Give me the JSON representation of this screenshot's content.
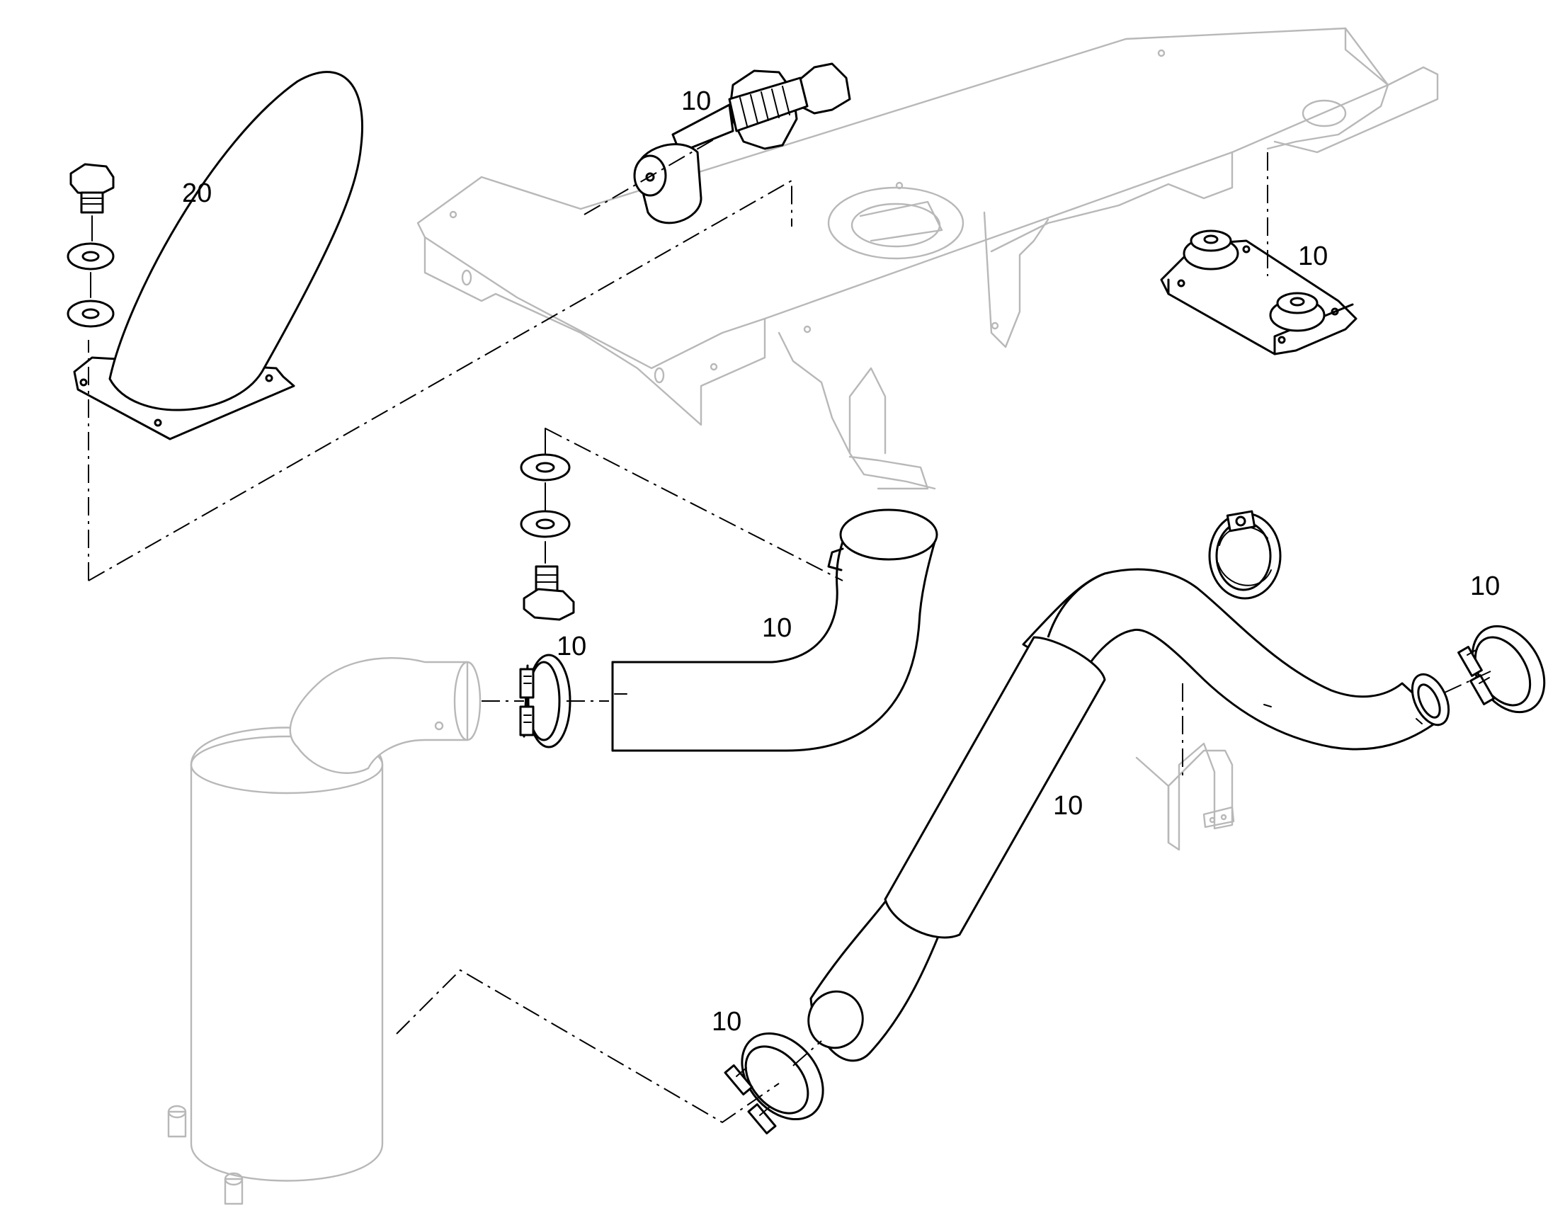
{
  "callouts": {
    "tailpipe_20": "20",
    "bolt_spacer_10": "10",
    "rubber_mount_10": "10",
    "upper_pipe_10": "10",
    "upper_clamp_10": "10",
    "tail_clamp_10": "10",
    "rear_silencer_10": "10",
    "lower_clamp_10": "10"
  },
  "colors": {
    "line": "#000000",
    "ghost_line": "#b8b8b8",
    "background": "#ffffff"
  }
}
